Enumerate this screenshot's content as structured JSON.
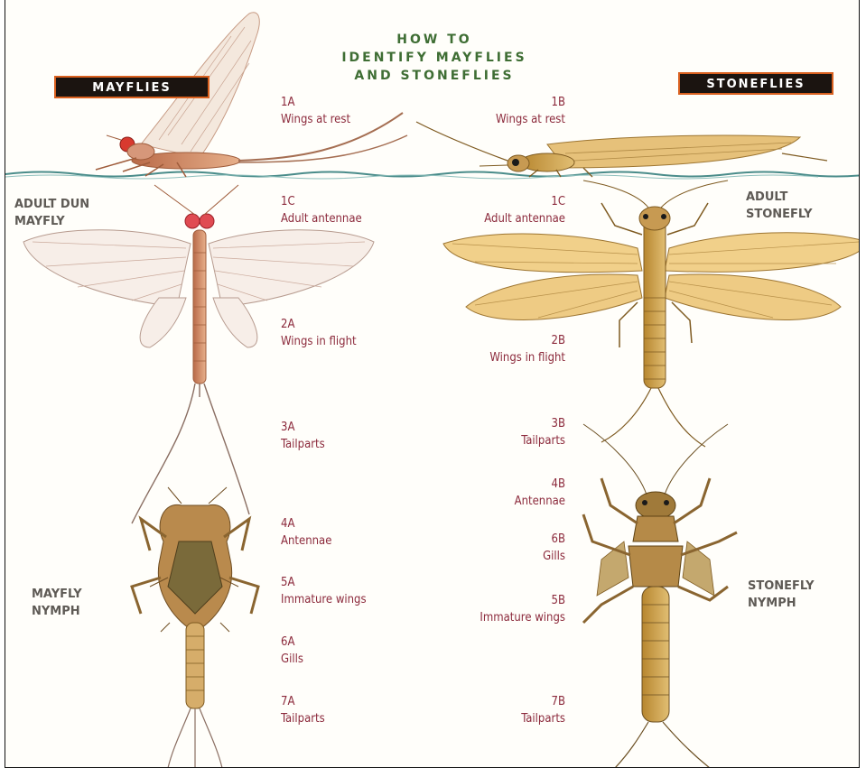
{
  "title": {
    "line1": "HOW TO",
    "line2": "IDENTIFY MAYFLIES",
    "line3": "AND STONEFLIES"
  },
  "badges": {
    "mayflies": "MAYFLIES",
    "stoneflies": "STONEFLIES"
  },
  "sections": {
    "adult_dun_1": "ADULT DUN",
    "adult_dun_2": "MAYFLY",
    "adult_stone_1": "ADULT",
    "adult_stone_2": "STONEFLY",
    "mayfly_nymph_1": "MAYFLY",
    "mayfly_nymph_2": "NYMPH",
    "stone_nymph_1": "STONEFLY",
    "stone_nymph_2": "NYMPH"
  },
  "mayfly_labels": [
    {
      "code": "1A",
      "text": "Wings at rest"
    },
    {
      "code": "1C",
      "text": "Adult antennae"
    },
    {
      "code": "2A",
      "text": "Wings in flight"
    },
    {
      "code": "3A",
      "text": "Tailparts"
    },
    {
      "code": "4A",
      "text": "Antennae"
    },
    {
      "code": "5A",
      "text": "Immature wings"
    },
    {
      "code": "6A",
      "text": "Gills"
    },
    {
      "code": "7A",
      "text": "Tailparts"
    }
  ],
  "stonefly_labels": [
    {
      "code": "1B",
      "text": "Wings at rest"
    },
    {
      "code": "1C",
      "text": "Adult antennae"
    },
    {
      "code": "2B",
      "text": "Wings in flight"
    },
    {
      "code": "3B",
      "text": "Tailparts"
    },
    {
      "code": "4B",
      "text": "Antennae"
    },
    {
      "code": "6B",
      "text": "Gills"
    },
    {
      "code": "5B",
      "text": "Immature wings"
    },
    {
      "code": "7B",
      "text": "Tailparts"
    }
  ],
  "colors": {
    "label": "#8c2a3c",
    "title": "#3f6e34",
    "badge_bg": "#1b1410",
    "badge_border": "#d9601f",
    "water": "#4a8c8a",
    "mayfly_body": "#c9875c",
    "stonefly_body": "#c79a52"
  }
}
